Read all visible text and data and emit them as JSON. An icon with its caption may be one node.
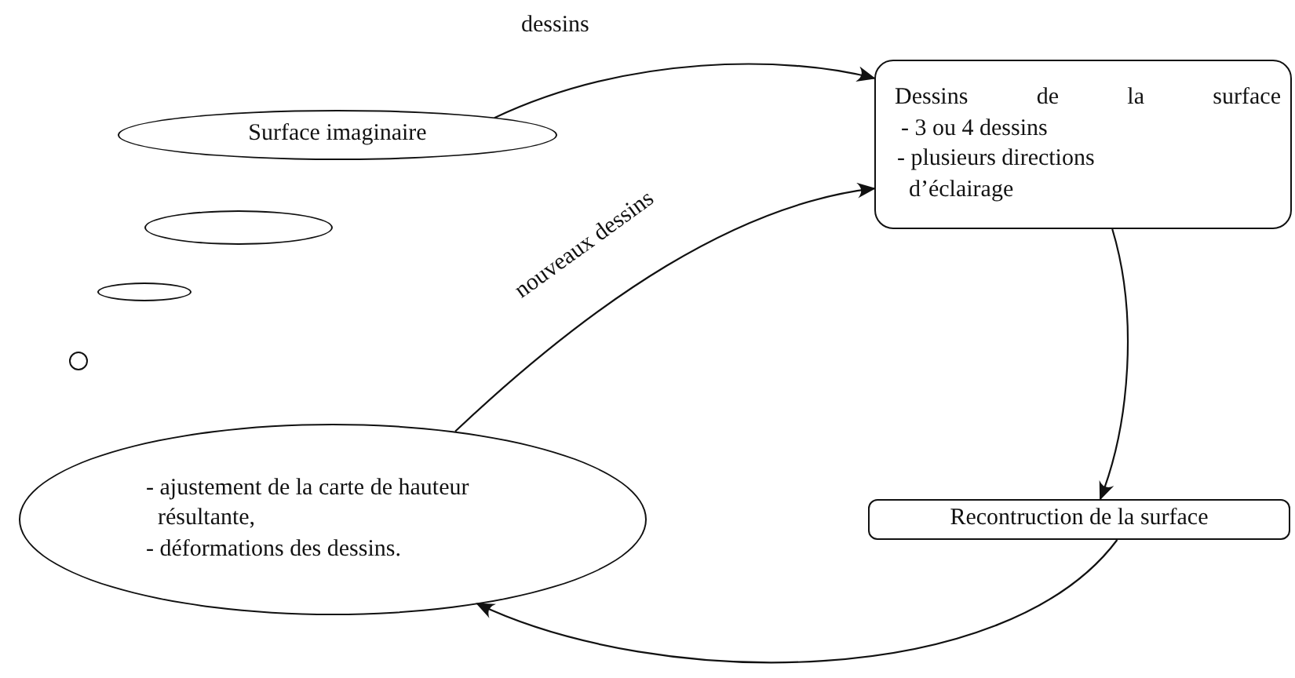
{
  "diagram": {
    "nodes": [
      {
        "text": [
          "Surface imaginaire"
        ]
      },
      {
        "text": [],
        "shape": "ellipse"
      },
      {
        "text": [],
        "shape": "ellipse"
      },
      {
        "text": [],
        "shape": "circle"
      },
      {
        "text": [
          "Dessins de la surface",
          "- 3 ou 4 dessins",
          "- plusieurs directions d’éclairage"
        ]
      },
      {
        "text": [
          "Recontruction de la surface"
        ]
      },
      {
        "text": [
          "- ajustement de la carte de hauteur résultante,",
          "- déformations des dessins."
        ]
      }
    ],
    "edges": [
      {
        "from": 0,
        "to": 4,
        "arrow": "to",
        "label": "dessins"
      },
      {
        "from": 4,
        "to": 5,
        "arrow": "to"
      },
      {
        "from": 5,
        "to": 6,
        "arrow": "to"
      },
      {
        "from": 6,
        "to": 4,
        "arrow": "to",
        "label": "nouveaux dessins"
      }
    ]
  }
}
